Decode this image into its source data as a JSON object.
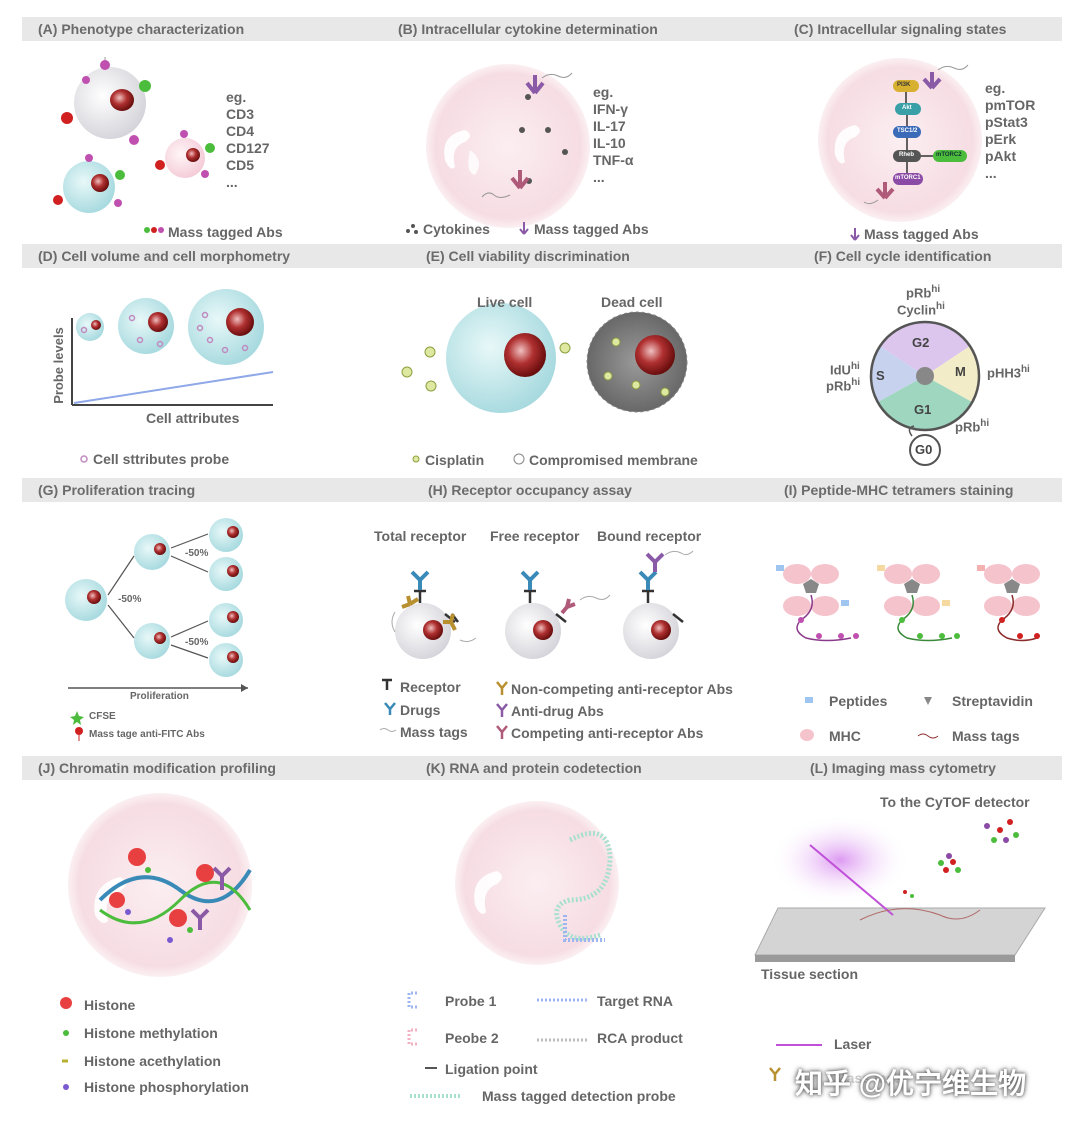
{
  "headers": {
    "a": "(A) Phenotype characterization",
    "b": "(B) Intracellular cytokine determination",
    "c": "(C) Intracellular signaling states",
    "d": "(D) Cell volume and cell morphometry",
    "e": "(E) Cell viability discrimination",
    "f": "(F) Cell cycle identification",
    "g": "(G) Proliferation tracing",
    "h": "(H) Receptor occupancy assay",
    "i": "(I) Peptide-MHC tetramers staining",
    "j": "(J) Chromatin modification profiling",
    "k": "(K) RNA and protein codetection",
    "l": "(L) Imaging mass cytometry"
  },
  "panel_a": {
    "markers": [
      "eg.",
      "CD3",
      "CD4",
      "CD127",
      "CD5",
      "..."
    ],
    "legend": "Mass tagged Abs"
  },
  "panel_b": {
    "markers": [
      "eg.",
      "IFN-γ",
      "IL-17",
      "IL-10",
      "TNF-α",
      "..."
    ],
    "legend_cytokines": "Cytokines",
    "legend_abs": "Mass tagged Abs"
  },
  "panel_c": {
    "markers": [
      "eg.",
      "pmTOR",
      "pStat3",
      "pErk",
      "pAkt",
      "..."
    ],
    "nodes": [
      "PI3K",
      "Akt",
      "TSC1/2",
      "Rheb",
      "mTORC2",
      "mTORC1"
    ],
    "legend": "Mass tagged Abs"
  },
  "panel_d": {
    "ylabel": "Probe levels",
    "xlabel": "Cell attributes",
    "legend": "Cell sttributes probe"
  },
  "panel_e": {
    "live": "Live cell",
    "dead": "Dead cell",
    "legend_cisplatin": "Cisplatin",
    "legend_membrane": "Compromised membrane"
  },
  "panel_f": {
    "phases": [
      "G2",
      "M",
      "G1",
      "S",
      "G0"
    ],
    "top_label_1": "pRb",
    "top_label_2": "Cyclin",
    "hi": "hi",
    "right_label": "pHH3",
    "left_label_1": "IdU",
    "left_label_2": "pRb",
    "bottom_label": "pRb"
  },
  "panel_g": {
    "split1": "-50%",
    "split2": "-50%",
    "split3": "-50%",
    "axis": "Proliferation",
    "legend_cfse": "CFSE",
    "legend_abs": "Mass tage anti-FITC Abs"
  },
  "panel_h": {
    "columns": [
      "Total receptor",
      "Free receptor",
      "Bound receptor"
    ],
    "legend_left": [
      "Receptor",
      "Drugs",
      "Mass tags"
    ],
    "legend_right": [
      "Non-competing anti-receptor Abs",
      "Anti-drug Abs",
      "Competing anti-receptor Abs"
    ]
  },
  "panel_i": {
    "legend": [
      "Peptides",
      "Streptavidin",
      "MHC",
      "Mass tags"
    ]
  },
  "panel_j": {
    "legend": [
      "Histone",
      "Histone methylation",
      "Histone acethylation",
      "Histone phosphorylation"
    ]
  },
  "panel_k": {
    "legend": [
      "Probe 1",
      "Target RNA",
      "Peobe 2",
      "RCA product",
      "Ligation point",
      "Mass tagged detection probe"
    ]
  },
  "panel_l": {
    "detector": "To the CyTOF detector",
    "tissue": "Tissue section",
    "laser": "Laser",
    "legend_2": "Mass tags"
  },
  "watermark": "知乎 @优宁维生物",
  "colors": {
    "header_bg": "#e8e8e8",
    "cell_teal": "#bfe3e6",
    "nucleus": "#8b1a1a",
    "magenta": "#c04fb8"
  }
}
